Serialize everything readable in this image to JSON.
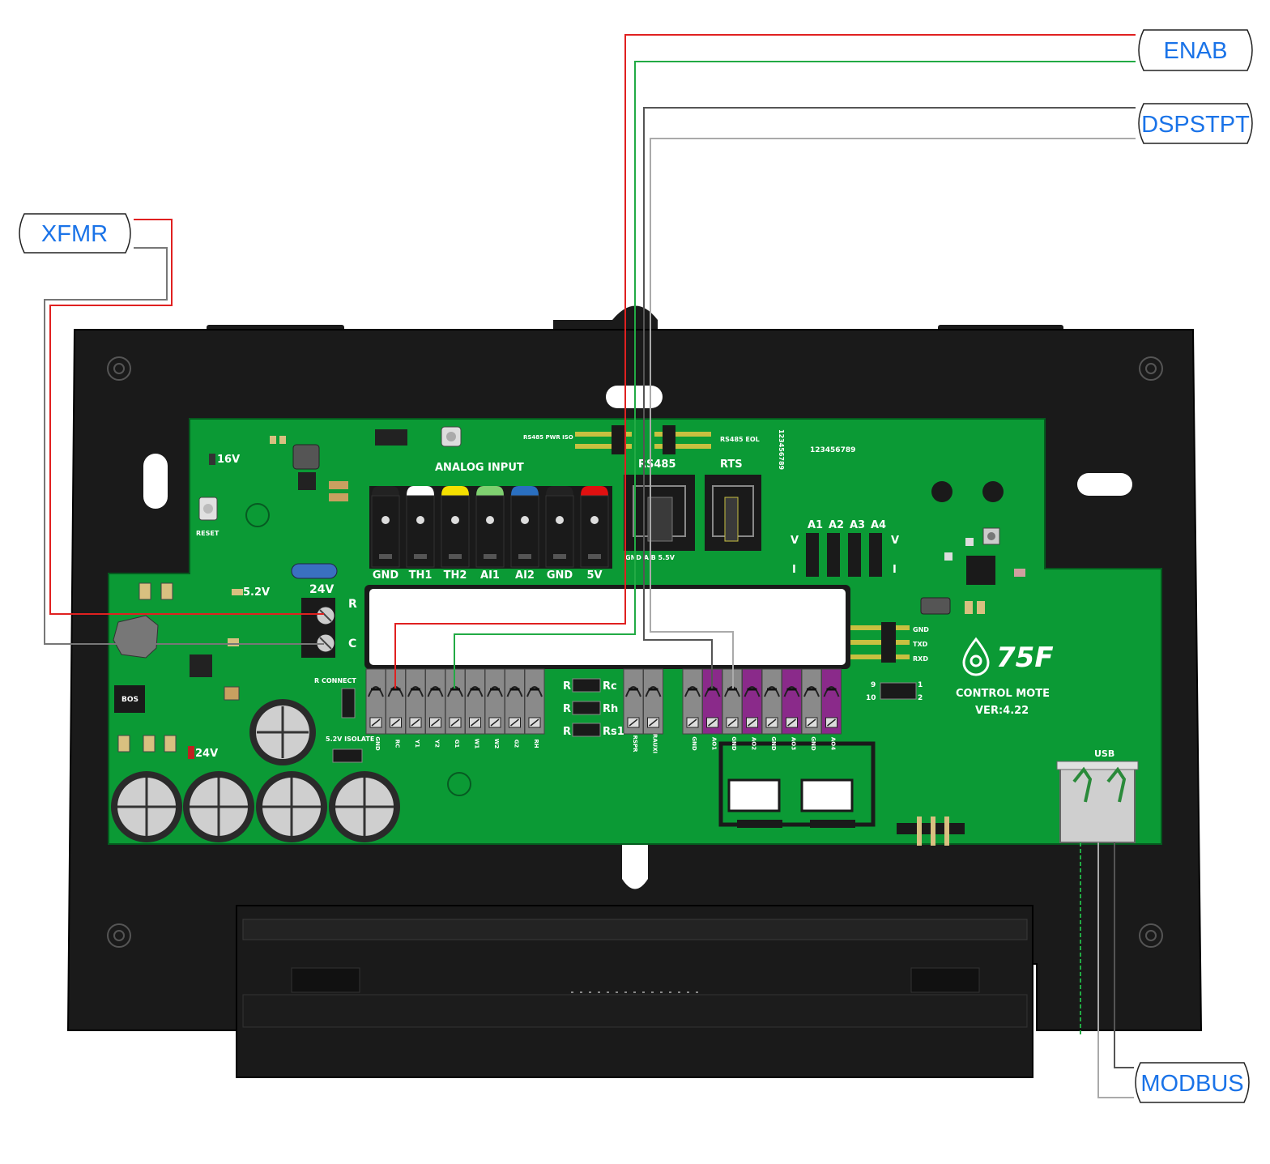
{
  "callouts": {
    "enab": "ENAB",
    "dspstpt": "DSPSTPT",
    "xfmr": "XFMR",
    "modbus": "MODBUS"
  },
  "board": {
    "brand": "75F",
    "model": "CONTROL MOTE",
    "version": "VER:4.22",
    "serial": "123456789",
    "serial_vertical": "123456789",
    "reset_label": "RESET",
    "rail_16v": "16V",
    "rail_52v": "5.2V",
    "rail_24v": "24V",
    "power_header": "24V",
    "power_r": "R",
    "power_c": "C",
    "r_connect": "R CONNECT",
    "isolate": "5.2V\nISOLATE",
    "rs485_pwr": "RS485 PWR\nISO",
    "rs485_eol": "RS485 EOL",
    "analog_input": "ANALOG INPUT",
    "analog_pins": [
      "GND",
      "TH1",
      "TH2",
      "AI1",
      "AI2",
      "GND",
      "5V"
    ],
    "rs485_title": "RS485",
    "rs485_pins": "GND A B 5.5V",
    "rts_title": "RTS",
    "jumper_labels": [
      "A1",
      "A2",
      "A3",
      "A4"
    ],
    "jumper_v_left": "V",
    "jumper_v_right": "V",
    "jumper_i_left": "I",
    "jumper_i_right": "I",
    "uart_pins": [
      "GND",
      "TXD",
      "RXD"
    ],
    "debug_nums": [
      "9",
      "1",
      "10",
      "2"
    ],
    "relay_labels": [
      "Rc",
      "Rh",
      "Rs1"
    ],
    "relay_prefix": "R",
    "terminals_left": [
      "GND",
      "RC",
      "Y1",
      "Y2",
      "G1",
      "W1",
      "W2",
      "G2",
      "RH"
    ],
    "terminals_mid": [
      "RSPR",
      "RAUXI"
    ],
    "terminals_right": [
      "GND",
      "AO1",
      "GND",
      "AO2",
      "GND",
      "AO3",
      "GND",
      "AO4"
    ],
    "usb_label": "USB",
    "chip_label": "BOS"
  },
  "colors": {
    "pcb": "#0b9a35",
    "enclosure": "#1a1a1a",
    "wire_red": "#e02020",
    "wire_green": "#22aa44",
    "wire_dark_gray": "#555555",
    "wire_light_gray": "#aaaaaa",
    "callout_text": "#1a73e8",
    "terminal_gray": "#8a8a8a",
    "terminal_purple": "#8a2a8a",
    "tab_colors": [
      "#222222",
      "#ffffff",
      "#f4e000",
      "#7fd070",
      "#2a6fc0",
      "#222222",
      "#e01010"
    ]
  }
}
